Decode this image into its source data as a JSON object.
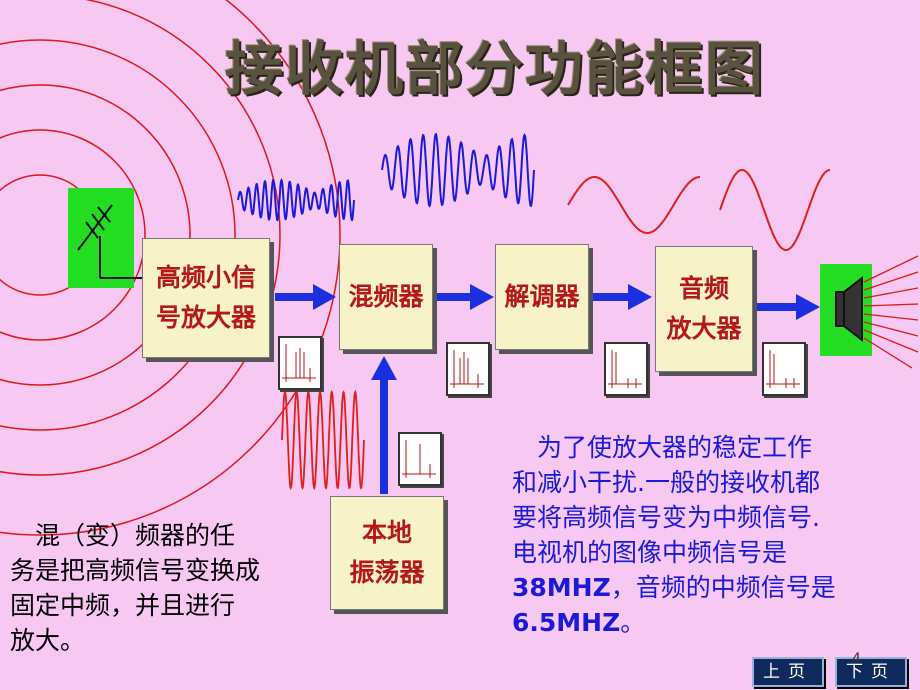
{
  "title": "接收机部分功能框图",
  "blocks": {
    "rf_amp": {
      "line1": "高频小信",
      "line2": "号放大器"
    },
    "mixer": {
      "label": "混频器"
    },
    "demod": {
      "label": "解调器"
    },
    "audio_amp": {
      "line1": "音频",
      "line2": "放大器"
    },
    "local_osc": {
      "line1": "本地",
      "line2": "振荡器"
    }
  },
  "caption_left": {
    "line1": "　混（变）频器的任",
    "line2": "务是把高频信号变换成",
    "line3": "固定中频，并且进行",
    "line4": "放大。"
  },
  "caption_right": {
    "line1": "　为了使放大器的稳定工作",
    "line2": "和减小干扰.一般的接收机都",
    "line3": "要将高频信号变为中频信号.",
    "line4": "电视机的图像中频信号是",
    "line5a": "38MHZ",
    "line5b": "，音频的中频信号是",
    "line6a": "6.5MHZ",
    "line6b": "。"
  },
  "nav": {
    "prev": "上页",
    "next": "下页"
  },
  "page_number": "4",
  "colors": {
    "background": "#f6c8f2",
    "block_fill": "#f7f2c8",
    "block_text": "#b41818",
    "arrow": "#1a2fe0",
    "wave_rf": "#1a1ad8",
    "wave_audio": "#e0201a",
    "accent_green": "#22dd22"
  }
}
